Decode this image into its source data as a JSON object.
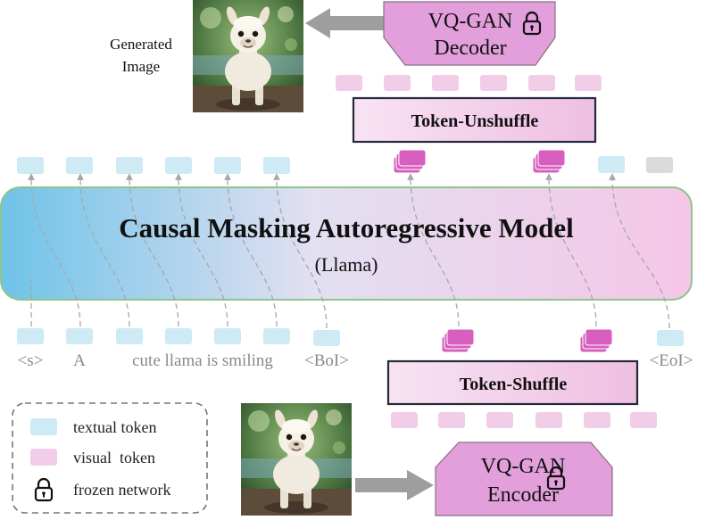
{
  "model": {
    "title": "Causal Masking Autoregressive Model",
    "subtitle": "(Llama)"
  },
  "decoder": {
    "line1": "VQ-GAN",
    "line2": "Decoder"
  },
  "encoder": {
    "line1": "VQ-GAN",
    "line2": "Encoder"
  },
  "generated_image_label": {
    "line1": "Generated",
    "line2": "Image"
  },
  "token_unshuffle": "Token-Unshuffle",
  "token_shuffle": "Token-Shuffle",
  "input_tokens": {
    "s": "<s>",
    "a": "A",
    "prompt": "cute llama is smiling",
    "boi": "<BoI>",
    "eoi": "<EoI>"
  },
  "legend": {
    "textual": "textual token",
    "visual": "visual  token",
    "frozen": "frozen network"
  },
  "colors": {
    "textual_token": "#cdeaf5",
    "visual_token": "#f1cde8",
    "visual_group": "#d65fbf",
    "vqgan": "#e29fdb",
    "model_left": "#6ec3e8",
    "model_right": "#f5c6e7",
    "model_border": "#8cc68a"
  }
}
